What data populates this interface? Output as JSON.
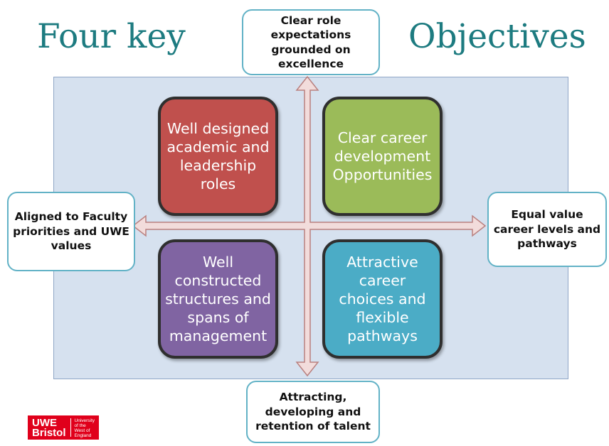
{
  "title": {
    "left": "Four key",
    "right": "Objectives",
    "color": "#1d7b80"
  },
  "quadrants": [
    {
      "text": "Well designed academic and leadership roles",
      "color": "#c0504d"
    },
    {
      "text": "Clear career development Opportunities",
      "color": "#9bbb59"
    },
    {
      "text": "Well constructed structures and spans of management",
      "color": "#8064a2"
    },
    {
      "text": "Attractive career choices and flexible pathways",
      "color": "#4bacc6"
    }
  ],
  "callouts": {
    "top": "Clear role expectations grounded on excellence",
    "left": "Aligned to Faculty priorities and UWE values",
    "right": "Equal value career levels and pathways",
    "bottom": "Attracting, developing and retention of talent"
  },
  "logo": {
    "line1": "UWE",
    "line2": "Bristol",
    "sub": [
      "University",
      "of the",
      "West of",
      "England"
    ],
    "color": "#e0001b"
  },
  "colors": {
    "panel": "#d6e1ef",
    "arrow_fill": "#f2dcdb",
    "arrow_stroke": "#b9807f",
    "callout_border": "#62b2c6"
  }
}
